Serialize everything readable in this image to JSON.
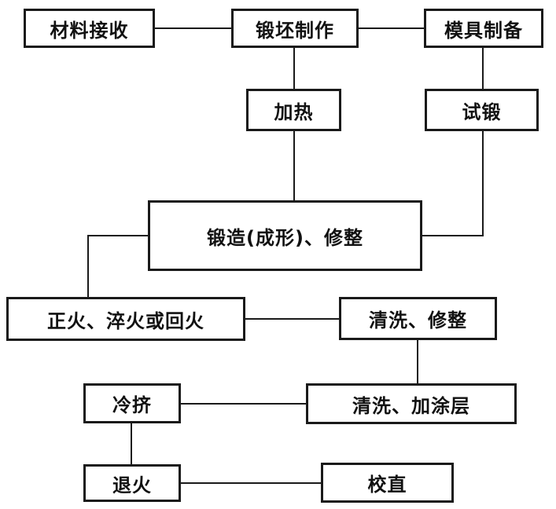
{
  "diagram": {
    "nodes": {
      "material_receipt": "材料接收",
      "blank_making": "锻坯制作",
      "die_prep": "模具制备",
      "heating": "加热",
      "trial_forging": "试锻",
      "forging": "锻造(成形)、修整",
      "heat_treat": "正火、淬火或回火",
      "clean_trim": "清洗、修整",
      "cold_extrude": "冷挤",
      "clean_coat": "清洗、加涂层",
      "anneal": "退火",
      "straighten": "校直"
    },
    "colors": {
      "line": "#1a1a1a",
      "box_border": "#1a1a1a",
      "text": "#111111",
      "background": "#ffffff"
    }
  }
}
